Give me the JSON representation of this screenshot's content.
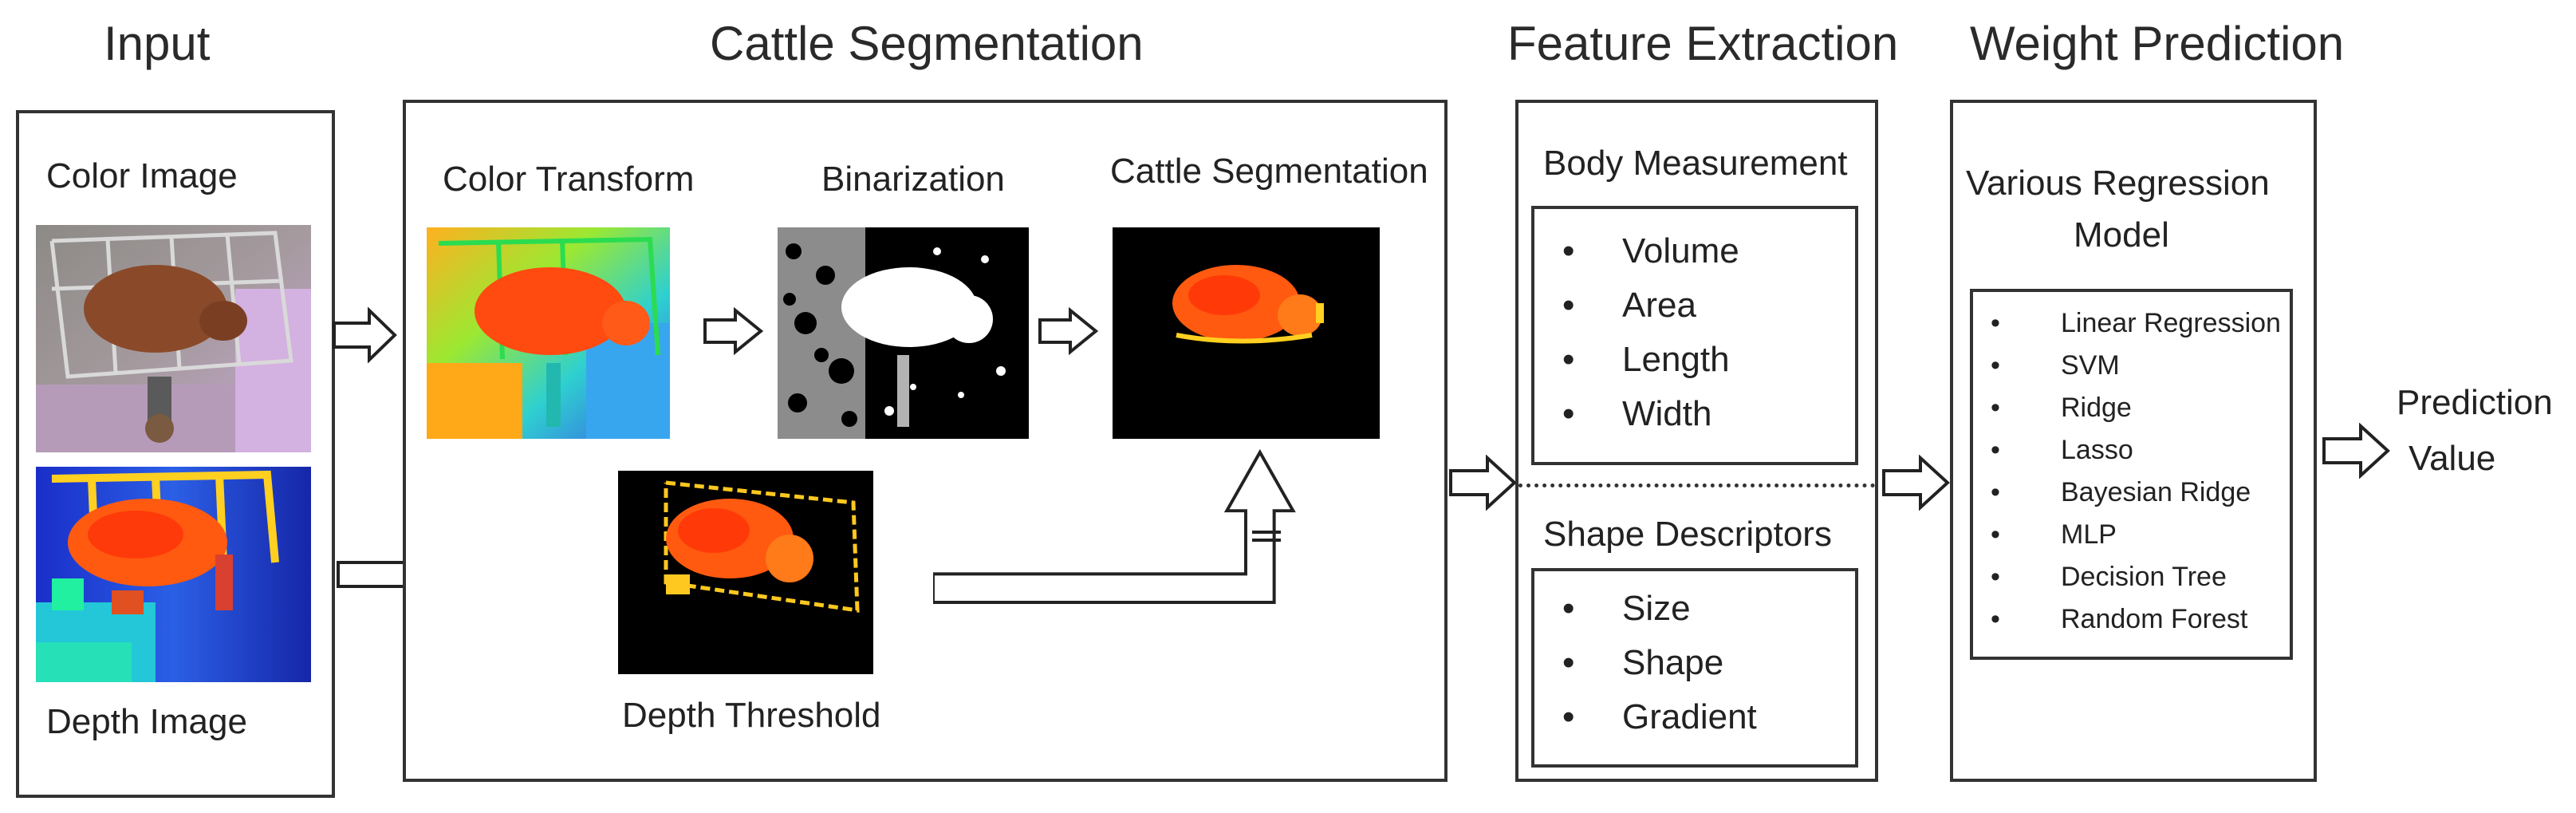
{
  "sections": {
    "input": "Input",
    "segmentation": "Cattle Segmentation",
    "feature_extraction": "Feature Extraction",
    "weight_prediction": "Weight Prediction"
  },
  "input_panel": {
    "color_image_label": "Color Image",
    "depth_image_label": "Depth Image"
  },
  "segmentation_panel": {
    "color_transform_label": "Color Transform",
    "binarization_label": "Binarization",
    "cattle_segmentation_label": "Cattle Segmentation",
    "depth_threshold_label": "Depth Threshold"
  },
  "feature_panel": {
    "body_measurement_title": "Body Measurement",
    "body_measurement_items": [
      "Volume",
      "Area",
      "Length",
      "Width"
    ],
    "shape_descriptors_title": "Shape Descriptors",
    "shape_descriptors_items": [
      "Size",
      "Shape",
      "Gradient"
    ]
  },
  "weight_panel": {
    "title_line1": "Various Regression",
    "title_line2": "Model",
    "models": [
      "Linear Regression",
      "SVM",
      "Ridge",
      "Lasso",
      "Bayesian Ridge",
      "MLP",
      "Decision Tree",
      "Random Forest"
    ]
  },
  "output": {
    "line1": "Prediction",
    "line2": "Value"
  }
}
